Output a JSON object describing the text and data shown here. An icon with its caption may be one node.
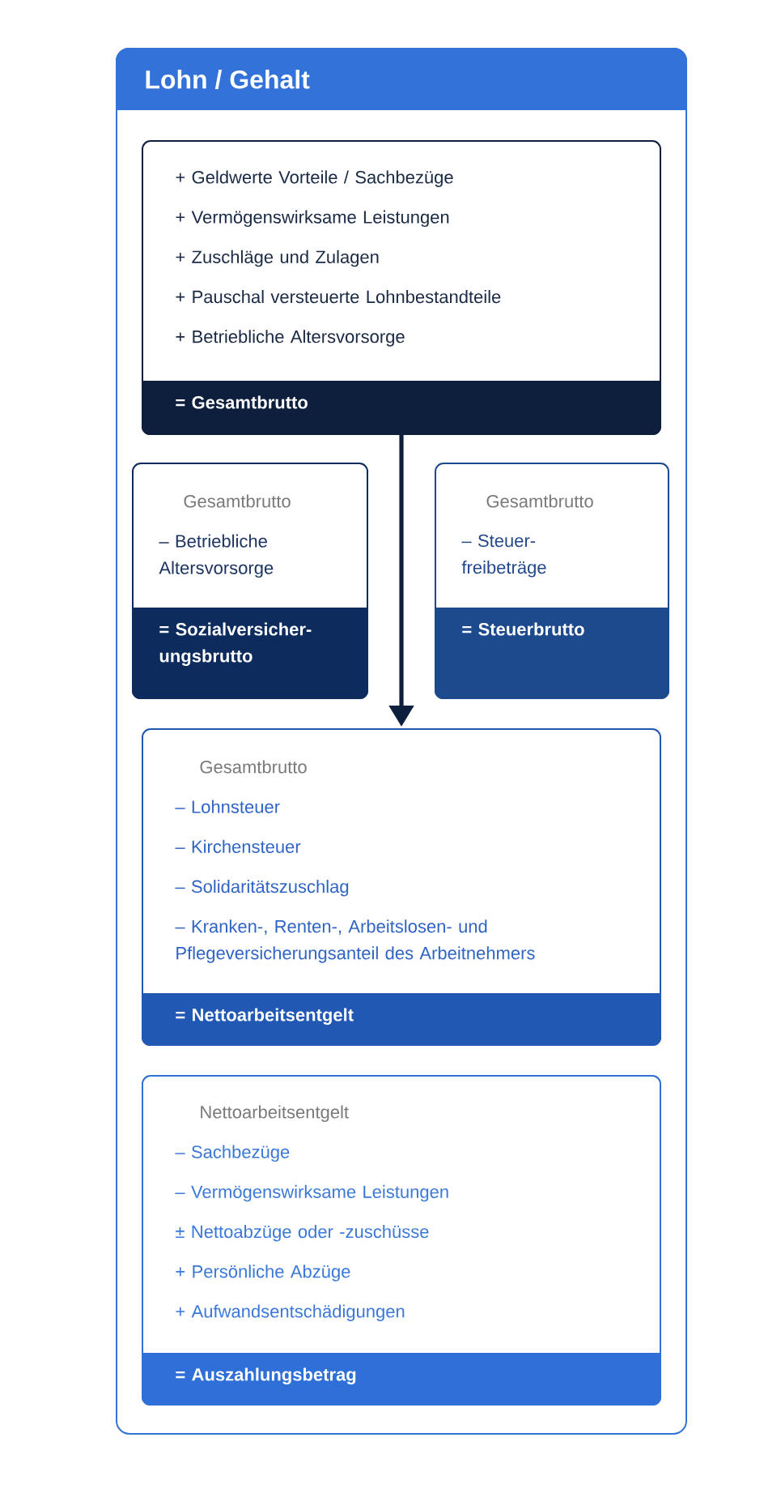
{
  "diagram": {
    "nodes": [
      {
        "text": [
          "Lohn / Gehalt"
        ]
      },
      {
        "text": [
          "+ Geldwerte Vorteile / Sachbezüge",
          "+ Vermögenswirksame Leistungen",
          "+ Zuschläge und Zulagen",
          "+ Pauschal versteuerte Lohnbestandteile",
          "+ Betriebliche Altersvorsorge",
          "= Gesamtbrutto"
        ],
        "in": 0
      },
      {
        "text": [
          "Gesamtbrutto",
          "– Betriebliche Altersvorsorge",
          "= Sozialversicher- ungsbrutto"
        ],
        "in": 0
      },
      {
        "text": [
          "Gesamtbrutto",
          "– Steuer- freibeträge",
          "= Steuerbrutto"
        ],
        "in": 0
      },
      {
        "text": [
          "Gesamtbrutto",
          "– Lohnsteuer",
          "– Kirchensteuer",
          "– Solidaritätszuschlag",
          "– Kranken-, Renten-, Arbeitslosen- und Pflegeversicherungsanteil des Arbeitnehmers",
          "= Nettoarbeitsentgelt"
        ],
        "in": 0
      },
      {
        "text": [
          "Nettoarbeitsentgelt",
          "– Sachbezüge",
          "– Vermögenswirksame Leistungen",
          "± Nettoabzüge oder -zuschüsse",
          "+ Persönliche Abzüge",
          "+ Aufwandsentschädigungen",
          "= Auszahlungsbetrag"
        ],
        "in": 0
      }
    ],
    "edges": [
      {
        "from": 1,
        "to": 4,
        "arrow": "to"
      }
    ]
  }
}
